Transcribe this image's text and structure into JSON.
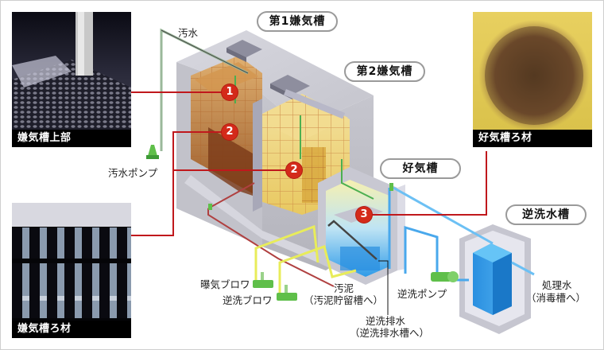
{
  "diagram": {
    "tank_labels": {
      "anaerobic_1": "第1嫌気槽",
      "anaerobic_2": "第2嫌気槽",
      "aerobic": "好気槽",
      "backwash_tank": "逆洗水槽"
    },
    "photos": {
      "anaerobic_top": "嫌気槽上部",
      "anaerobic_media": "嫌気槽ろ材",
      "aerobic_media": "好気槽ろ材"
    },
    "callouts": [
      {
        "number": "1",
        "refers_to": "嫌気槽上部"
      },
      {
        "number": "2",
        "refers_to": "嫌気槽ろ材"
      },
      {
        "number": "2",
        "refers_to": "嫌気槽ろ材"
      },
      {
        "number": "3",
        "refers_to": "好気槽ろ材"
      }
    ],
    "equipment_labels": {
      "sewage": "汚水",
      "sewage_pump": "汚水ポンプ",
      "aeration_blower": "曝気ブロワ",
      "backwash_blower": "逆洗ブロワ",
      "sludge": "汚泥",
      "sludge_dest": "（汚泥貯留槽へ）",
      "backwash_pump": "逆洗ポンプ",
      "backwash_drain": "逆洗排水",
      "backwash_drain_dest": "（逆洗排水槽へ）",
      "treated_water": "処理水",
      "treated_water_dest": "（消毒槽へ）"
    },
    "colors": {
      "callout_red": "#d42a1a",
      "leader_line": "#c0181c",
      "pill_border": "#9a9a9a",
      "caption_bg": "#000000",
      "water_blue": "#2a8fe0",
      "air_pipe_yellow": "#e8ec5a",
      "equipment_green": "#5fbf4a"
    }
  }
}
